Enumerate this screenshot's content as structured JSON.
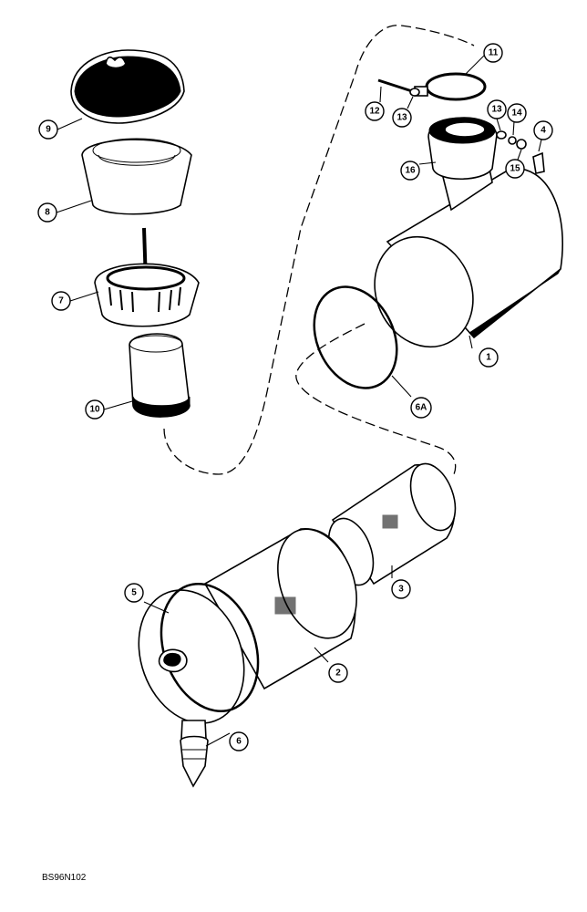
{
  "callouts": [
    {
      "id": "c9",
      "label": "9"
    },
    {
      "id": "c8",
      "label": "8"
    },
    {
      "id": "c7",
      "label": "7"
    },
    {
      "id": "c10",
      "label": "10"
    },
    {
      "id": "c11",
      "label": "11"
    },
    {
      "id": "c12",
      "label": "12"
    },
    {
      "id": "c13a",
      "label": "13"
    },
    {
      "id": "c13b",
      "label": "13"
    },
    {
      "id": "c14",
      "label": "14"
    },
    {
      "id": "c4",
      "label": "4"
    },
    {
      "id": "c15",
      "label": "15"
    },
    {
      "id": "c16",
      "label": "16"
    },
    {
      "id": "c1",
      "label": "1"
    },
    {
      "id": "c6A",
      "label": "6A"
    },
    {
      "id": "c3",
      "label": "3"
    },
    {
      "id": "c5",
      "label": "5"
    },
    {
      "id": "c2",
      "label": "2"
    },
    {
      "id": "c6",
      "label": "6"
    }
  ],
  "drawing_code": "BS96N102"
}
